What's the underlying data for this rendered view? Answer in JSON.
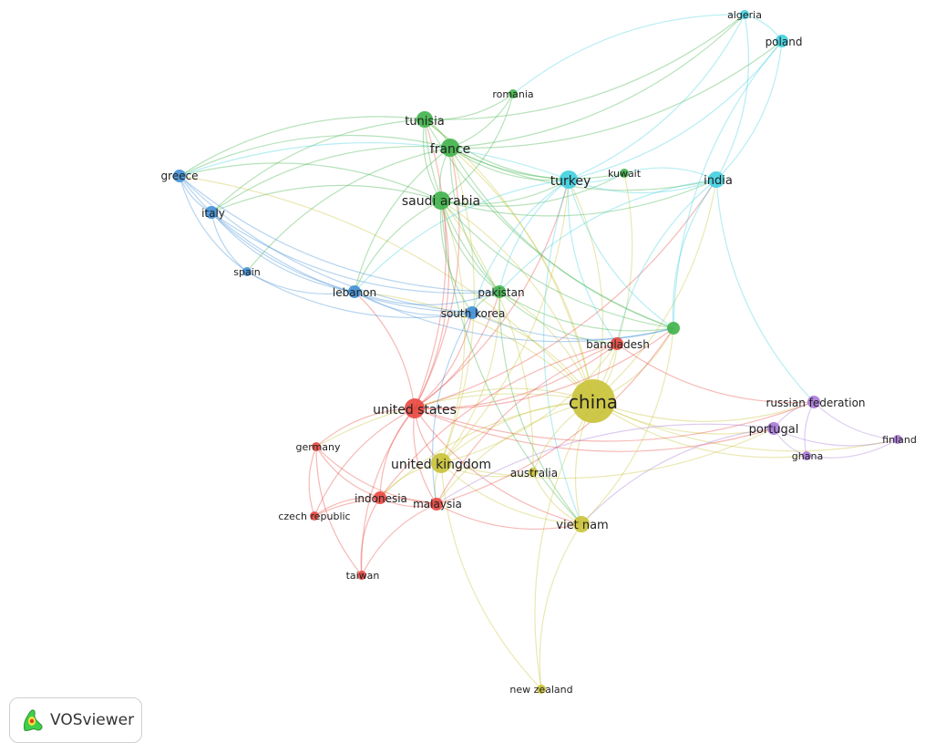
{
  "brand": {
    "name": "VOSviewer"
  },
  "clusters": {
    "red": "#e8473f",
    "green": "#3fb24a",
    "blue": "#3f8fd6",
    "yellow": "#c9c236",
    "cyan": "#3fcfe0",
    "purple": "#a878d8"
  },
  "nodes": [
    {
      "id": "china",
      "label": "china",
      "cluster": "yellow",
      "weight": 10
    },
    {
      "id": "united-states",
      "label": "united states",
      "cluster": "red",
      "weight": 6
    },
    {
      "id": "united-kingdom",
      "label": "united kingdom",
      "cluster": "yellow",
      "weight": 6
    },
    {
      "id": "france",
      "label": "france",
      "cluster": "green",
      "weight": 5
    },
    {
      "id": "tunisia",
      "label": "tunisia",
      "cluster": "green",
      "weight": 4
    },
    {
      "id": "saudi-arabia",
      "label": "saudi arabia",
      "cluster": "green",
      "weight": 5
    },
    {
      "id": "turkey",
      "label": "turkey",
      "cluster": "cyan",
      "weight": 5
    },
    {
      "id": "india",
      "label": "india",
      "cluster": "cyan",
      "weight": 4
    },
    {
      "id": "algeria",
      "label": "algeria",
      "cluster": "cyan",
      "weight": 2
    },
    {
      "id": "poland",
      "label": "poland",
      "cluster": "cyan",
      "weight": 3
    },
    {
      "id": "romania",
      "label": "romania",
      "cluster": "green",
      "weight": 2
    },
    {
      "id": "kuwait",
      "label": "kuwait",
      "cluster": "green",
      "weight": 2
    },
    {
      "id": "greece",
      "label": "greece",
      "cluster": "blue",
      "weight": 3
    },
    {
      "id": "italy",
      "label": "italy",
      "cluster": "blue",
      "weight": 3
    },
    {
      "id": "spain",
      "label": "spain",
      "cluster": "blue",
      "weight": 2
    },
    {
      "id": "lebanon",
      "label": "lebanon",
      "cluster": "blue",
      "weight": 3
    },
    {
      "id": "pakistan",
      "label": "pakistan",
      "cluster": "green",
      "weight": 3
    },
    {
      "id": "south-korea",
      "label": "south korea",
      "cluster": "blue",
      "weight": 3
    },
    {
      "id": "green-unlabeled",
      "label": "",
      "cluster": "green",
      "weight": 3
    },
    {
      "id": "bangladesh",
      "label": "bangladesh",
      "cluster": "red",
      "weight": 3
    },
    {
      "id": "russian-federation",
      "label": "russian federation",
      "cluster": "purple",
      "weight": 3
    },
    {
      "id": "portugal",
      "label": "portugal",
      "cluster": "purple",
      "weight": 3
    },
    {
      "id": "finland",
      "label": "finland",
      "cluster": "purple",
      "weight": 2
    },
    {
      "id": "ghana",
      "label": "ghana",
      "cluster": "purple",
      "weight": 2
    },
    {
      "id": "germany",
      "label": "germany",
      "cluster": "red",
      "weight": 2
    },
    {
      "id": "australia",
      "label": "australia",
      "cluster": "yellow",
      "weight": 2
    },
    {
      "id": "indonesia",
      "label": "indonesia",
      "cluster": "red",
      "weight": 3
    },
    {
      "id": "malaysia",
      "label": "malaysia",
      "cluster": "red",
      "weight": 3
    },
    {
      "id": "czech-republic",
      "label": "czech republic",
      "cluster": "red",
      "weight": 2
    },
    {
      "id": "taiwan",
      "label": "taiwan",
      "cluster": "red",
      "weight": 2
    },
    {
      "id": "viet-nam",
      "label": "viet nam",
      "cluster": "yellow",
      "weight": 4
    },
    {
      "id": "new-zealand",
      "label": "new zealand",
      "cluster": "yellow",
      "weight": 2
    }
  ],
  "edges": [
    [
      "china",
      "united-states"
    ],
    [
      "china",
      "united-kingdom"
    ],
    [
      "china",
      "france"
    ],
    [
      "china",
      "tunisia"
    ],
    [
      "china",
      "saudi-arabia"
    ],
    [
      "china",
      "turkey"
    ],
    [
      "china",
      "india"
    ],
    [
      "china",
      "pakistan"
    ],
    [
      "china",
      "south-korea"
    ],
    [
      "china",
      "bangladesh"
    ],
    [
      "china",
      "russian-federation"
    ],
    [
      "china",
      "portugal"
    ],
    [
      "china",
      "ghana"
    ],
    [
      "china",
      "finland"
    ],
    [
      "china",
      "viet-nam"
    ],
    [
      "china",
      "new-zealand"
    ],
    [
      "china",
      "australia"
    ],
    [
      "china",
      "malaysia"
    ],
    [
      "china",
      "indonesia"
    ],
    [
      "china",
      "lebanon"
    ],
    [
      "china",
      "green-unlabeled"
    ],
    [
      "china",
      "germany"
    ],
    [
      "china",
      "greece"
    ],
    [
      "china",
      "kuwait"
    ],
    [
      "united-states",
      "united-kingdom"
    ],
    [
      "united-states",
      "france"
    ],
    [
      "united-states",
      "saudi-arabia"
    ],
    [
      "united-states",
      "tunisia"
    ],
    [
      "united-states",
      "turkey"
    ],
    [
      "united-states",
      "india"
    ],
    [
      "united-states",
      "pakistan"
    ],
    [
      "united-states",
      "south-korea"
    ],
    [
      "united-states",
      "bangladesh"
    ],
    [
      "united-states",
      "germany"
    ],
    [
      "united-states",
      "indonesia"
    ],
    [
      "united-states",
      "malaysia"
    ],
    [
      "united-states",
      "lebanon"
    ],
    [
      "united-states",
      "viet-nam"
    ],
    [
      "united-states",
      "portugal"
    ],
    [
      "united-states",
      "czech-republic"
    ],
    [
      "united-states",
      "taiwan"
    ],
    [
      "united-states",
      "green-unlabeled"
    ],
    [
      "united-states",
      "russian-federation"
    ],
    [
      "united-kingdom",
      "viet-nam"
    ],
    [
      "united-kingdom",
      "saudi-arabia"
    ],
    [
      "united-kingdom",
      "france"
    ],
    [
      "united-kingdom",
      "malaysia"
    ],
    [
      "united-kingdom",
      "indonesia"
    ],
    [
      "united-kingdom",
      "new-zealand"
    ],
    [
      "united-kingdom",
      "pakistan"
    ],
    [
      "united-kingdom",
      "bangladesh"
    ],
    [
      "united-kingdom",
      "portugal"
    ],
    [
      "united-kingdom",
      "australia"
    ],
    [
      "united-kingdom",
      "turkey"
    ],
    [
      "france",
      "tunisia"
    ],
    [
      "france",
      "saudi-arabia"
    ],
    [
      "france",
      "turkey"
    ],
    [
      "france",
      "india"
    ],
    [
      "france",
      "romania"
    ],
    [
      "france",
      "greece"
    ],
    [
      "france",
      "italy"
    ],
    [
      "france",
      "lebanon"
    ],
    [
      "france",
      "pakistan"
    ],
    [
      "france",
      "kuwait"
    ],
    [
      "france",
      "green-unlabeled"
    ],
    [
      "france",
      "algeria"
    ],
    [
      "france",
      "poland"
    ],
    [
      "france",
      "spain"
    ],
    [
      "tunisia",
      "saudi-arabia"
    ],
    [
      "tunisia",
      "turkey"
    ],
    [
      "tunisia",
      "greece"
    ],
    [
      "tunisia",
      "italy"
    ],
    [
      "tunisia",
      "romania"
    ],
    [
      "tunisia",
      "pakistan"
    ],
    [
      "tunisia",
      "green-unlabeled"
    ],
    [
      "tunisia",
      "algeria"
    ],
    [
      "saudi-arabia",
      "turkey"
    ],
    [
      "saudi-arabia",
      "india"
    ],
    [
      "saudi-arabia",
      "pakistan"
    ],
    [
      "saudi-arabia",
      "kuwait"
    ],
    [
      "saudi-arabia",
      "green-unlabeled"
    ],
    [
      "saudi-arabia",
      "lebanon"
    ],
    [
      "saudi-arabia",
      "greece"
    ],
    [
      "saudi-arabia",
      "italy"
    ],
    [
      "saudi-arabia",
      "south-korea"
    ],
    [
      "saudi-arabia",
      "romania"
    ],
    [
      "saudi-arabia",
      "viet-nam"
    ],
    [
      "turkey",
      "india"
    ],
    [
      "turkey",
      "poland"
    ],
    [
      "turkey",
      "algeria"
    ],
    [
      "turkey",
      "kuwait"
    ],
    [
      "turkey",
      "pakistan"
    ],
    [
      "turkey",
      "green-unlabeled"
    ],
    [
      "turkey",
      "greece"
    ],
    [
      "turkey",
      "lebanon"
    ],
    [
      "turkey",
      "south-korea"
    ],
    [
      "turkey",
      "bangladesh"
    ],
    [
      "turkey",
      "viet-nam"
    ],
    [
      "india",
      "poland"
    ],
    [
      "india",
      "algeria"
    ],
    [
      "india",
      "green-unlabeled"
    ],
    [
      "india",
      "pakistan"
    ],
    [
      "india",
      "russian-federation"
    ],
    [
      "india",
      "bangladesh"
    ],
    [
      "india",
      "kuwait"
    ],
    [
      "poland",
      "algeria"
    ],
    [
      "poland",
      "green-unlabeled"
    ],
    [
      "algeria",
      "romania"
    ],
    [
      "greece",
      "italy"
    ],
    [
      "greece",
      "spain"
    ],
    [
      "greece",
      "lebanon"
    ],
    [
      "greece",
      "south-korea"
    ],
    [
      "greece",
      "pakistan"
    ],
    [
      "italy",
      "spain"
    ],
    [
      "italy",
      "lebanon"
    ],
    [
      "italy",
      "south-korea"
    ],
    [
      "italy",
      "pakistan"
    ],
    [
      "spain",
      "lebanon"
    ],
    [
      "spain",
      "south-korea"
    ],
    [
      "lebanon",
      "south-korea"
    ],
    [
      "lebanon",
      "pakistan"
    ],
    [
      "lebanon",
      "green-unlabeled"
    ],
    [
      "pakistan",
      "south-korea"
    ],
    [
      "pakistan",
      "green-unlabeled"
    ],
    [
      "pakistan",
      "bangladesh"
    ],
    [
      "pakistan",
      "viet-nam"
    ],
    [
      "south-korea",
      "green-unlabeled"
    ],
    [
      "south-korea",
      "malaysia"
    ],
    [
      "bangladesh",
      "malaysia"
    ],
    [
      "bangladesh",
      "indonesia"
    ],
    [
      "bangladesh",
      "russian-federation"
    ],
    [
      "russian-federation",
      "portugal"
    ],
    [
      "russian-federation",
      "finland"
    ],
    [
      "russian-federation",
      "ghana"
    ],
    [
      "portugal",
      "finland"
    ],
    [
      "portugal",
      "ghana"
    ],
    [
      "ghana",
      "finland"
    ],
    [
      "portugal",
      "malaysia"
    ],
    [
      "portugal",
      "viet-nam"
    ],
    [
      "germany",
      "indonesia"
    ],
    [
      "germany",
      "malaysia"
    ],
    [
      "germany",
      "czech-republic"
    ],
    [
      "germany",
      "taiwan"
    ],
    [
      "indonesia",
      "malaysia"
    ],
    [
      "indonesia",
      "czech-republic"
    ],
    [
      "indonesia",
      "taiwan"
    ],
    [
      "malaysia",
      "taiwan"
    ],
    [
      "malaysia",
      "czech-republic"
    ],
    [
      "malaysia",
      "viet-nam"
    ],
    [
      "malaysia",
      "green-unlabeled"
    ],
    [
      "australia",
      "viet-nam"
    ],
    [
      "australia",
      "saudi-arabia"
    ],
    [
      "viet-nam",
      "new-zealand"
    ],
    [
      "viet-nam",
      "green-unlabeled"
    ]
  ]
}
